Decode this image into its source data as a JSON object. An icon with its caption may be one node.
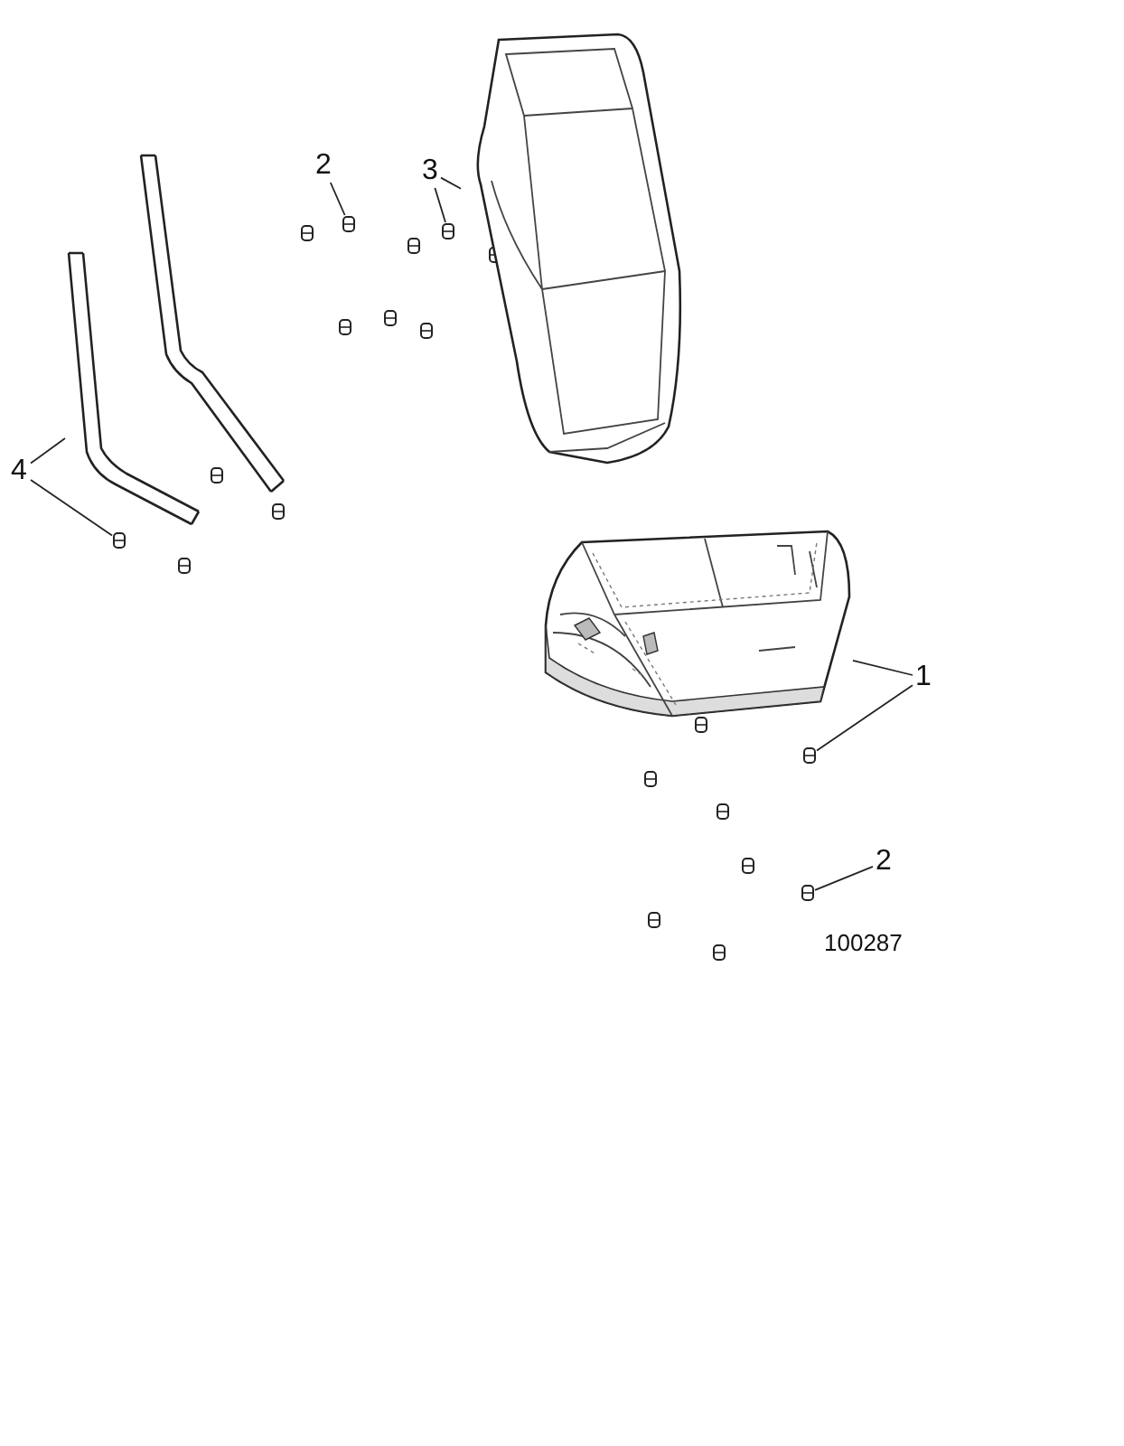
{
  "diagram": {
    "nodes": [
      {
        "text": [
          "2"
        ]
      },
      {
        "text": [],
        "shape": "picture"
      },
      {
        "text": [
          "3"
        ]
      },
      {
        "text": [],
        "shape": "picture"
      },
      {
        "text": [],
        "shape": "picture"
      },
      {
        "text": [
          "4"
        ]
      },
      {
        "text": [],
        "shape": "picture"
      },
      {
        "text": [],
        "shape": "picture"
      },
      {
        "text": [
          "1"
        ]
      },
      {
        "text": [],
        "shape": "picture"
      },
      {
        "text": [],
        "shape": "picture"
      },
      {
        "text": [
          "2"
        ]
      },
      {
        "text": [],
        "shape": "picture"
      }
    ],
    "edges": [
      {
        "from": 0,
        "to": 1,
        "arrow": "none"
      },
      {
        "from": 2,
        "to": 3,
        "arrow": "none"
      },
      {
        "from": 2,
        "to": 4,
        "arrow": "none"
      },
      {
        "from": 5,
        "to": 6,
        "arrow": "none"
      },
      {
        "from": 5,
        "to": 7,
        "arrow": "none"
      },
      {
        "from": 8,
        "to": 9,
        "arrow": "none"
      },
      {
        "from": 8,
        "to": 10,
        "arrow": "none"
      },
      {
        "from": 11,
        "to": 12,
        "arrow": "none"
      }
    ],
    "labels": [
      "100287"
    ]
  }
}
